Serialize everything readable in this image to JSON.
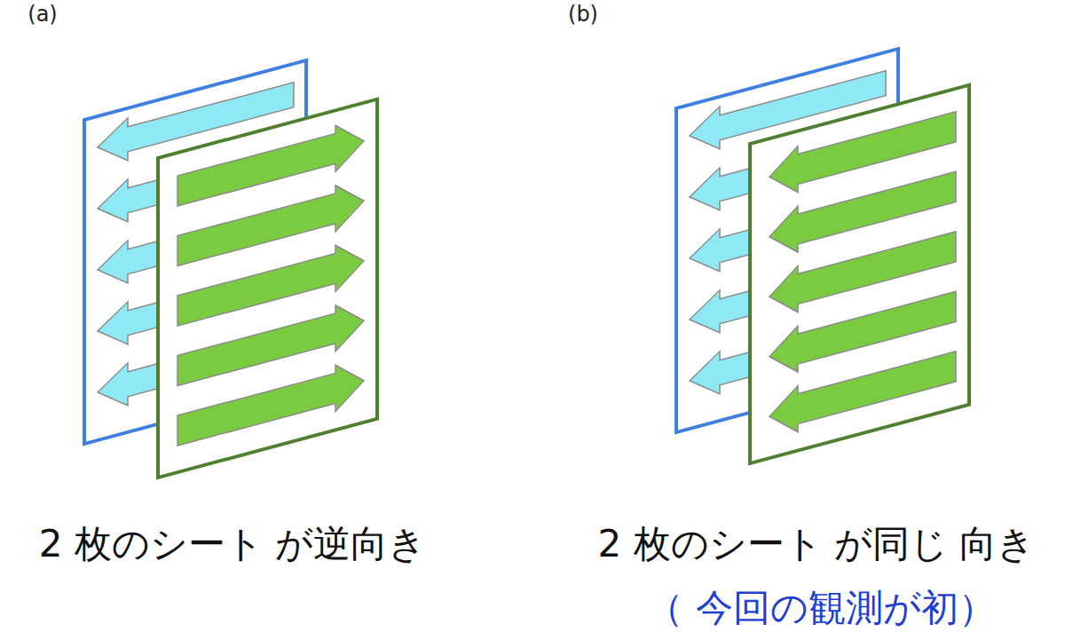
{
  "diagram": {
    "labels": [
      "(a)",
      "(b)",
      "2 枚のシート が逆向き",
      "2 枚のシート が同じ 向き",
      "（ 今回の観測が初）"
    ]
  }
}
